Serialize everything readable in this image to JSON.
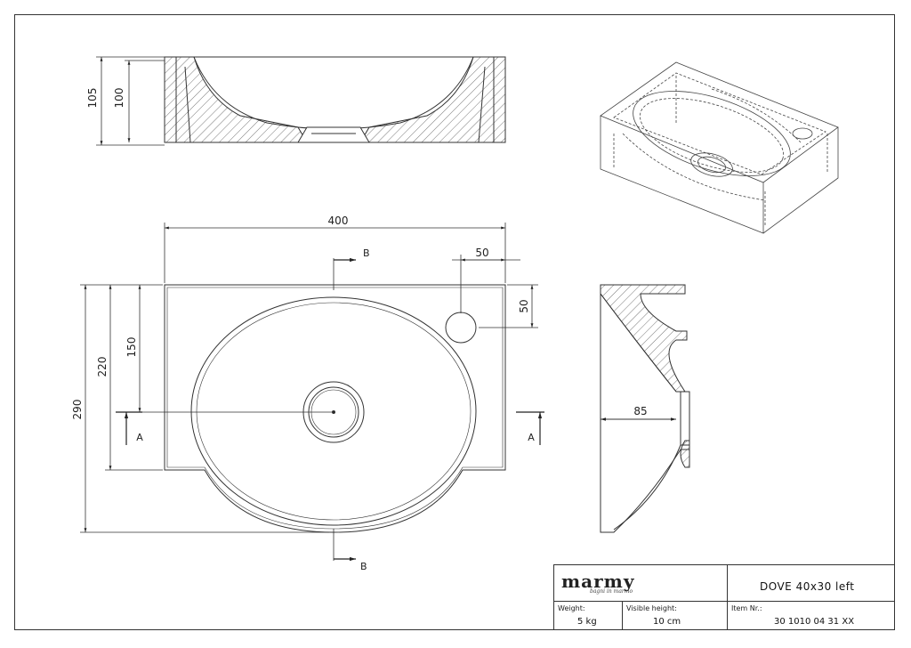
{
  "dimensions": {
    "top_height_outer": "105",
    "top_height_inner": "100",
    "width": "400",
    "tap_offset_x": "50",
    "tap_offset_y": "50",
    "depth_total": "290",
    "depth_220": "220",
    "depth_150": "150",
    "side_85": "85"
  },
  "section_labels": {
    "b_top": "B",
    "b_bottom": "B",
    "a_left": "A",
    "a_right": "A"
  },
  "title_block": {
    "brand": "marmy",
    "tagline": "bagni in marmo",
    "product": "DOVE 40x30 left",
    "weight_label": "Weight:",
    "weight_value": "5 kg",
    "visible_height_label": "Visible height:",
    "visible_height_value": "10 cm",
    "item_label": "Item Nr.:",
    "item_value": "30 1010 04 31 XX"
  },
  "colors": {
    "line": "#333333",
    "hatch": "#555555"
  }
}
